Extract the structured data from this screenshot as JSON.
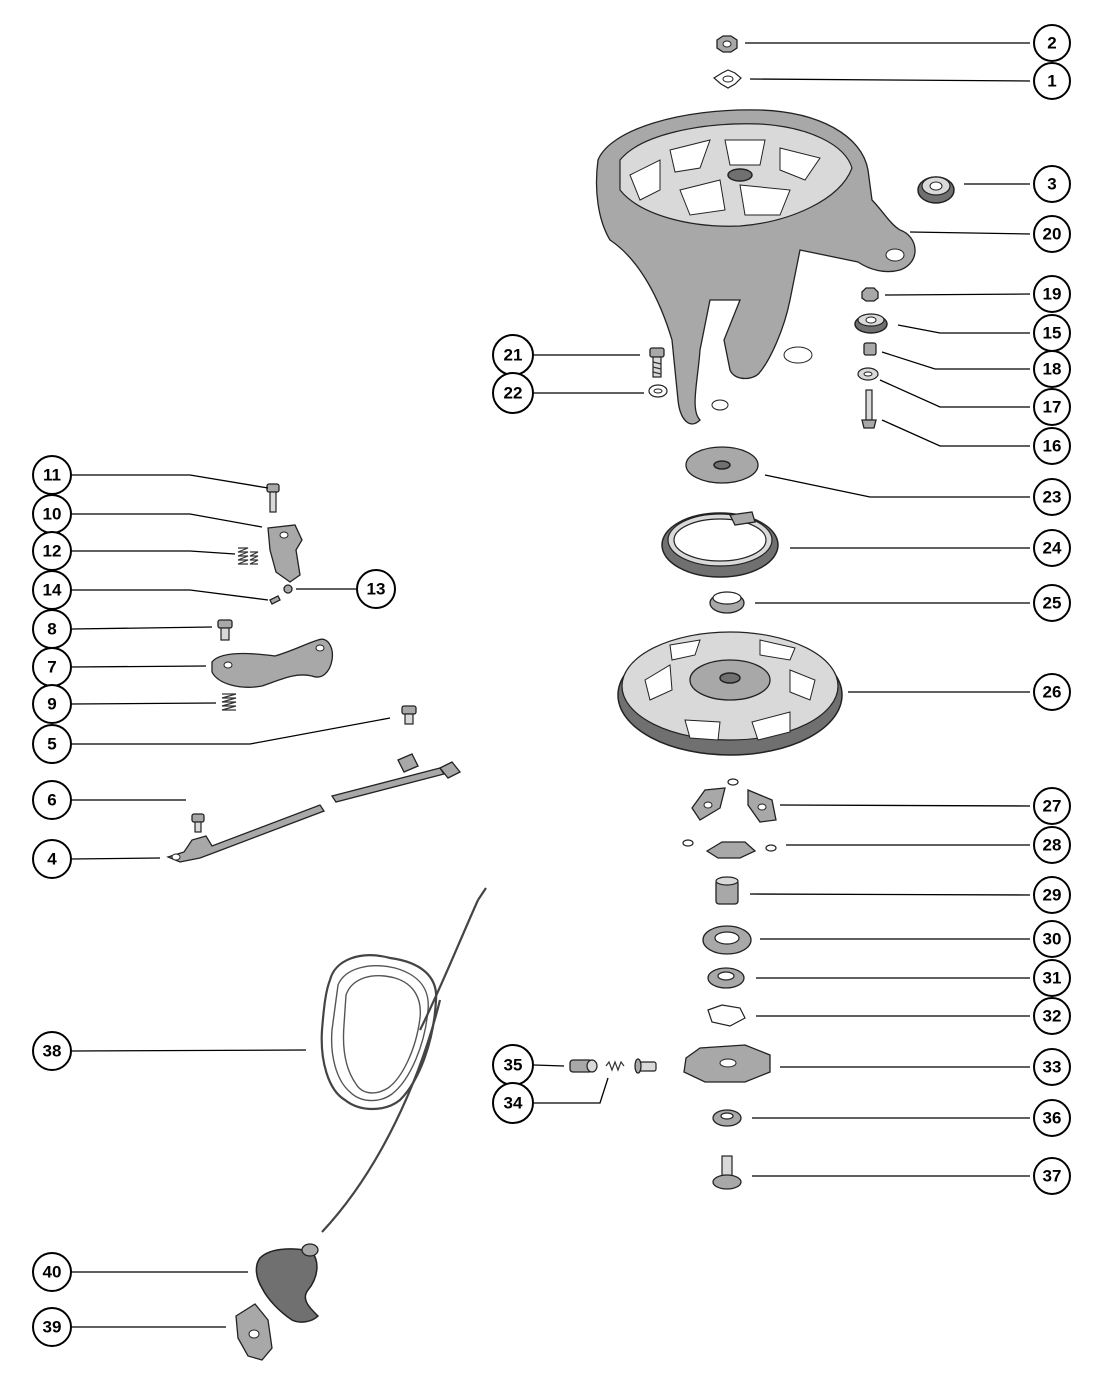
{
  "diagram": {
    "callouts": [
      {
        "id": "c1",
        "label": "1"
      },
      {
        "id": "c2",
        "label": "2"
      },
      {
        "id": "c3",
        "label": "3"
      },
      {
        "id": "c4",
        "label": "4"
      },
      {
        "id": "c5",
        "label": "5"
      },
      {
        "id": "c6",
        "label": "6"
      },
      {
        "id": "c7",
        "label": "7"
      },
      {
        "id": "c8",
        "label": "8"
      },
      {
        "id": "c9",
        "label": "9"
      },
      {
        "id": "c10",
        "label": "10"
      },
      {
        "id": "c11",
        "label": "11"
      },
      {
        "id": "c12",
        "label": "12"
      },
      {
        "id": "c13",
        "label": "13"
      },
      {
        "id": "c14",
        "label": "14"
      },
      {
        "id": "c15",
        "label": "15"
      },
      {
        "id": "c16",
        "label": "16"
      },
      {
        "id": "c17",
        "label": "17"
      },
      {
        "id": "c18",
        "label": "18"
      },
      {
        "id": "c19",
        "label": "19"
      },
      {
        "id": "c20",
        "label": "20"
      },
      {
        "id": "c21",
        "label": "21"
      },
      {
        "id": "c22",
        "label": "22"
      },
      {
        "id": "c23",
        "label": "23"
      },
      {
        "id": "c24",
        "label": "24"
      },
      {
        "id": "c25",
        "label": "25"
      },
      {
        "id": "c26",
        "label": "26"
      },
      {
        "id": "c27",
        "label": "27"
      },
      {
        "id": "c28",
        "label": "28"
      },
      {
        "id": "c29",
        "label": "29"
      },
      {
        "id": "c30",
        "label": "30"
      },
      {
        "id": "c31",
        "label": "31"
      },
      {
        "id": "c32",
        "label": "32"
      },
      {
        "id": "c33",
        "label": "33"
      },
      {
        "id": "c34",
        "label": "34"
      },
      {
        "id": "c35",
        "label": "35"
      },
      {
        "id": "c36",
        "label": "36"
      },
      {
        "id": "c37",
        "label": "37"
      },
      {
        "id": "c38",
        "label": "38"
      },
      {
        "id": "c39",
        "label": "39"
      },
      {
        "id": "c40",
        "label": "40"
      }
    ]
  }
}
